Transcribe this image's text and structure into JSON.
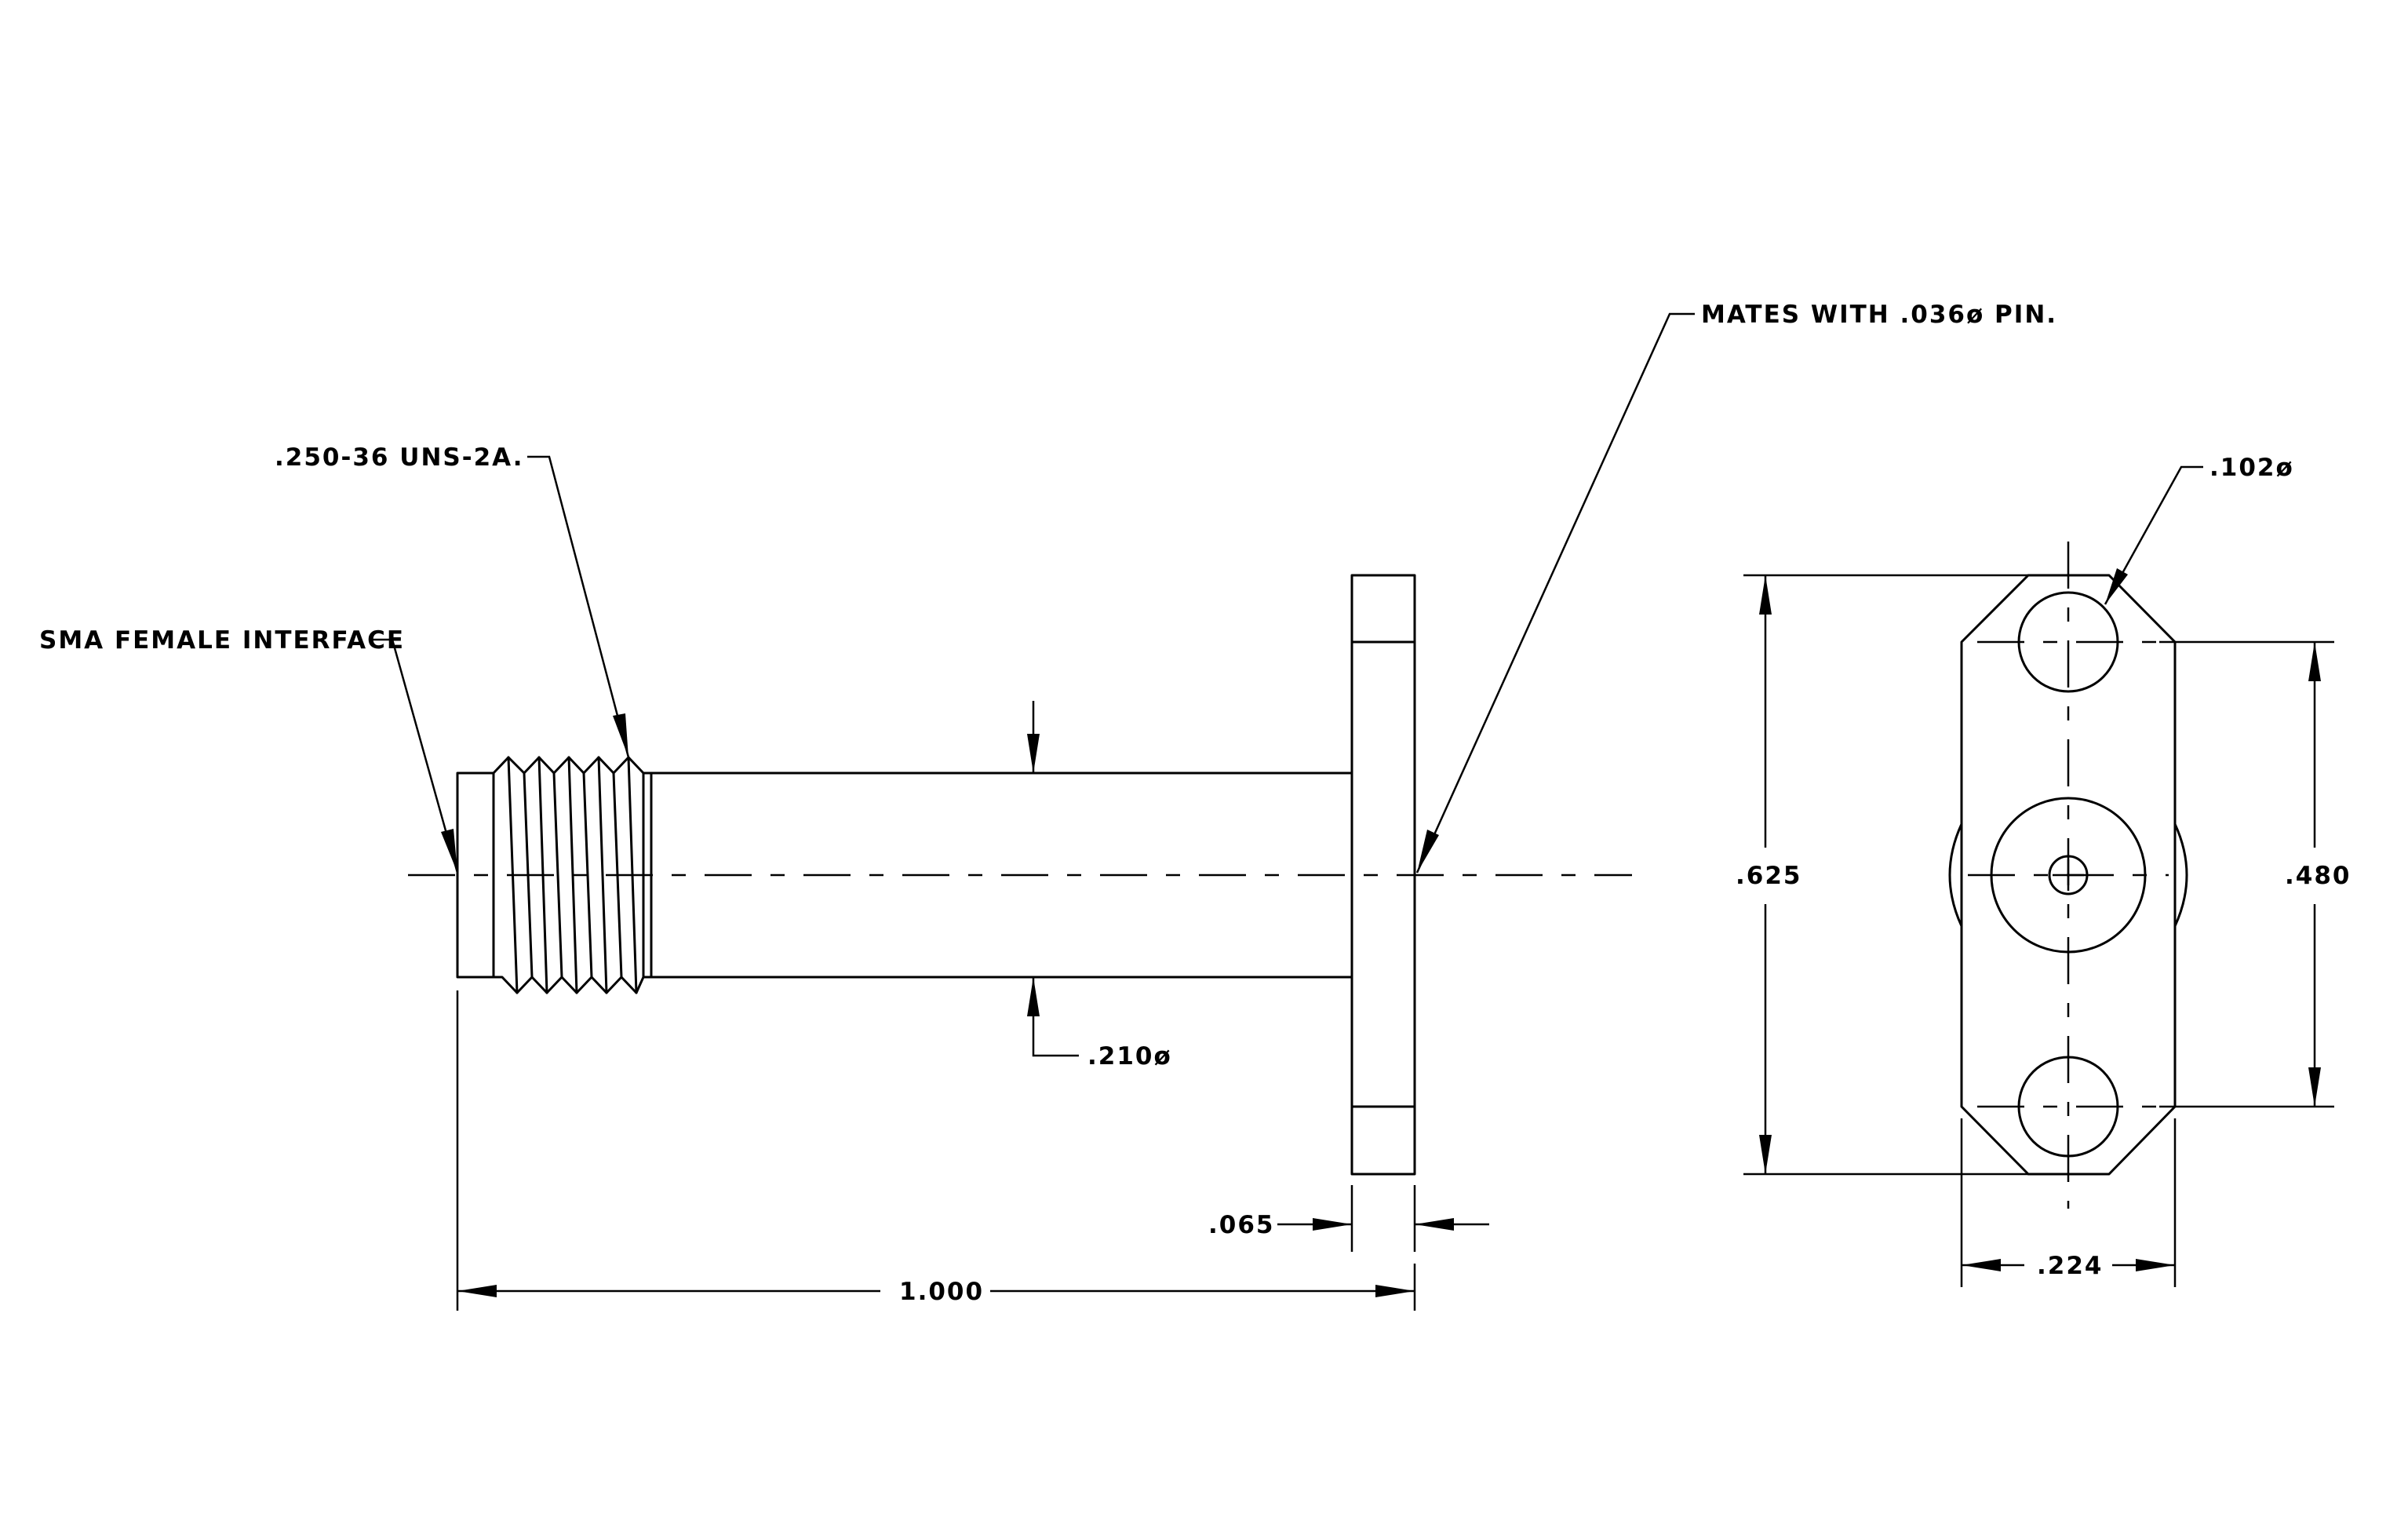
{
  "labels": {
    "thread": ".250-36 UNS-2A.",
    "interface": "SMA FEMALE INTERFACE",
    "mates": "MATES WITH .036ø PIN.",
    "hole_dia": ".102ø",
    "body_dia": ".210ø",
    "flange_thk": ".065",
    "overall_len": "1.000",
    "flange_height": ".625",
    "hole_spacing": ".480",
    "flange_width": ".224"
  },
  "colors": {
    "line": "#000000",
    "background": "#ffffff"
  }
}
